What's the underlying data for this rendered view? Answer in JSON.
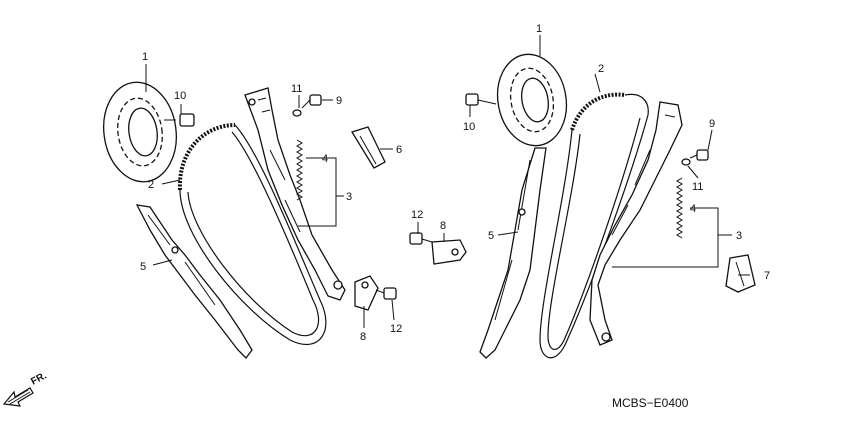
{
  "labels": {
    "l1": "1",
    "l2": "2",
    "l3": "3",
    "l4": "4",
    "l5": "5",
    "l6": "6",
    "l7": "7",
    "l8": "8",
    "l9": "9",
    "l10": "10",
    "l11": "11",
    "l12": "12"
  },
  "diagram_code": "MCBS−E0400",
  "direction_marker": "FR."
}
